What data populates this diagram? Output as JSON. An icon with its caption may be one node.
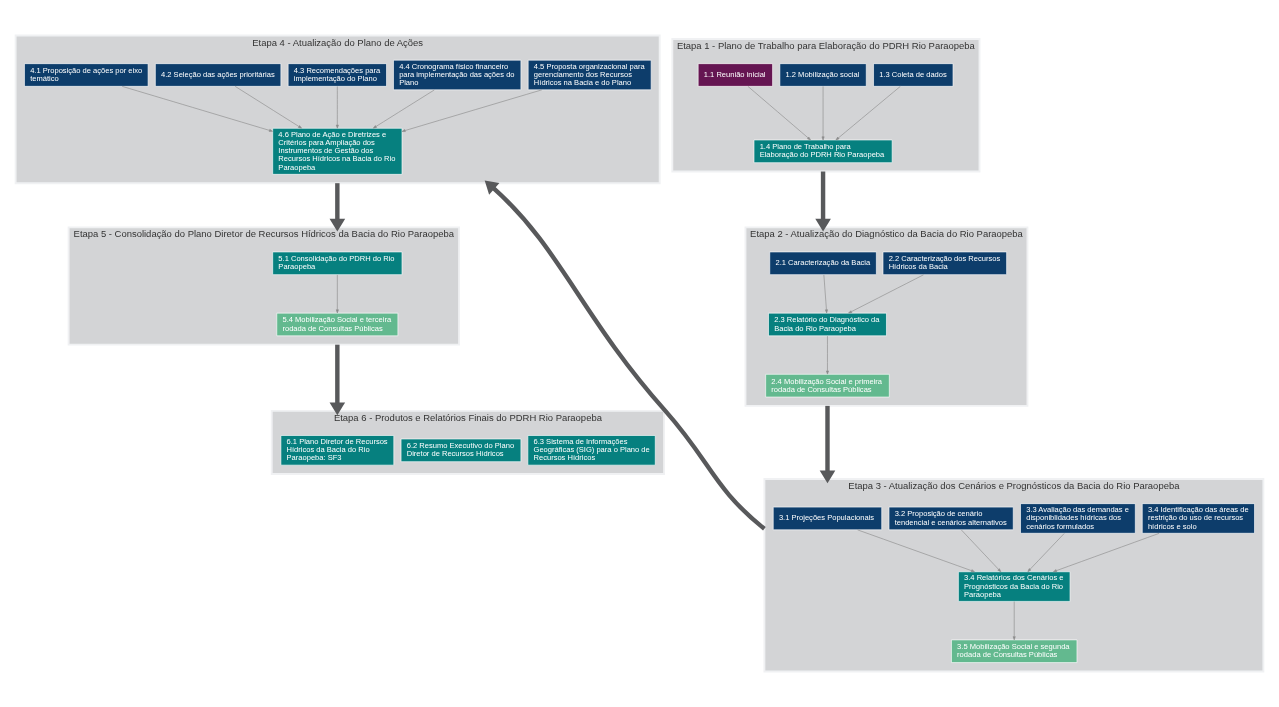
{
  "diagram": {
    "nodes": [
      {
        "text": [
          "Etapa 1 - Plano de Trabalho para Elaboração do PDRH Rio Paraopeba"
        ]
      },
      {
        "text": [
          "1.1 Reunião inicial"
        ],
        "in": 0
      },
      {
        "text": [
          "1.2 Mobilização social"
        ],
        "in": 0
      },
      {
        "text": [
          "1.3 Coleta de dados"
        ],
        "in": 0
      },
      {
        "text": [
          "1.4 Plano de Trabalho para Elaboração do PDRH Rio Paraopeba"
        ],
        "in": 0
      },
      {
        "text": [
          "Etapa 2 - Atualização do Diagnóstico da Bacia do Rio Paraopeba"
        ]
      },
      {
        "text": [
          "2.1 Caracterização da Bacia"
        ],
        "in": 5
      },
      {
        "text": [
          "2.2 Caracterização dos Recursos Hídricos da Bacia"
        ],
        "in": 5
      },
      {
        "text": [
          "2.3 Relatório do Diagnóstico da Bacia do Rio Paraopeba"
        ],
        "in": 5
      },
      {
        "text": [
          "2.4 Mobilização Social e primeira rodada de Consultas Públicas"
        ],
        "in": 5
      },
      {
        "text": [
          "Etapa 3 - Atualização dos Cenários e Prognósticos da Bacia do Rio Paraopeba"
        ]
      },
      {
        "text": [
          "3.1 Projeções Populacionais"
        ],
        "in": 10
      },
      {
        "text": [
          "3.2 Proposição de cenário tendencial e cenários alternativos"
        ],
        "in": 10
      },
      {
        "text": [
          "3.3 Avaliação das demandas e disponiblidades hídricas dos cenários formulados"
        ],
        "in": 10
      },
      {
        "text": [
          "3.4 Identificação das áreas de restrição do uso de recursos hídricos e solo"
        ],
        "in": 10
      },
      {
        "text": [
          "3.4 Relatórios dos Cenários e Prognósticos da Bacia do Rio Paraopeba"
        ],
        "in": 10
      },
      {
        "text": [
          "3.5 Mobilização Social e segunda rodada de Consultas Públicas"
        ],
        "in": 10
      },
      {
        "text": [
          "Etapa 4 - Atualização do Plano de Ações"
        ]
      },
      {
        "text": [
          "4.1 Proposição de ações por eixo temático"
        ],
        "in": 17
      },
      {
        "text": [
          "4.2 Seleção das ações prioritárias"
        ],
        "in": 17
      },
      {
        "text": [
          "4.3 Recomendações para implementação do Plano"
        ],
        "in": 17
      },
      {
        "text": [
          "4.4 Cronograma físico financeiro para implementação das ações do Plano"
        ],
        "in": 17
      },
      {
        "text": [
          "4.5 Proposta organizacional para gerenciamento dos Recursos Hídricos na Bacia e do Plano"
        ],
        "in": 17
      },
      {
        "text": [
          "4.6 Plano de Ação e Diretrizes e Critérios para Ampliação dos Instrumentos de Gestão dos Recursos Hídricos na Bacia do Rio Paraopeba"
        ],
        "in": 17
      },
      {
        "text": [
          "Etapa 5 - Consolidação do Plano Diretor de Recursos Hídricos da Bacia do Rio Paraopeba"
        ]
      },
      {
        "text": [
          "5.1 Consolidação do PDRH do Rio Paraopeba"
        ],
        "in": 24
      },
      {
        "text": [
          "5.4 Mobilização Social e terceira rodada de Consultas Públicas"
        ],
        "in": 24
      },
      {
        "text": [
          "Etapa 6 - Produtos e Relatórios Finais do PDRH Rio Paraopeba"
        ]
      },
      {
        "text": [
          "6.1 Plano Diretor de Recursos Hídricos da Bacia do Rio Paraopeba: SF3"
        ],
        "in": 27
      },
      {
        "text": [
          "6.2 Resumo Executivo do Plano Diretor de Recursos Hídricos"
        ],
        "in": 27
      },
      {
        "text": [
          "6.3 Sistema de Informações Geográficas (SIG) para o Plano de Recursos Hídricos"
        ],
        "in": 27
      }
    ],
    "edges": [
      {
        "from": 1,
        "to": 4,
        "arrow": "to"
      },
      {
        "from": 2,
        "to": 4,
        "arrow": "to"
      },
      {
        "from": 3,
        "to": 4,
        "arrow": "to"
      },
      {
        "from": 0,
        "to": 5,
        "arrow": "to",
        "style": "thick",
        "color": "#58595b"
      },
      {
        "from": 6,
        "to": 8,
        "arrow": "to"
      },
      {
        "from": 7,
        "to": 8,
        "arrow": "to"
      },
      {
        "from": 8,
        "to": 9,
        "arrow": "to"
      },
      {
        "from": 5,
        "to": 10,
        "arrow": "to",
        "style": "thick",
        "color": "#58595b"
      },
      {
        "from": 11,
        "to": 15,
        "arrow": "to"
      },
      {
        "from": 12,
        "to": 15,
        "arrow": "to"
      },
      {
        "from": 13,
        "to": 15,
        "arrow": "to"
      },
      {
        "from": 14,
        "to": 15,
        "arrow": "to"
      },
      {
        "from": 15,
        "to": 16,
        "arrow": "to"
      },
      {
        "from": 10,
        "to": 17,
        "arrow": "to",
        "style": "thick",
        "color": "#58595b"
      },
      {
        "from": 18,
        "to": 23,
        "arrow": "to"
      },
      {
        "from": 19,
        "to": 23,
        "arrow": "to"
      },
      {
        "from": 20,
        "to": 23,
        "arrow": "to"
      },
      {
        "from": 21,
        "to": 23,
        "arrow": "to"
      },
      {
        "from": 22,
        "to": 23,
        "arrow": "to"
      },
      {
        "from": 17,
        "to": 24,
        "arrow": "to",
        "style": "thick",
        "color": "#58595b"
      },
      {
        "from": 25,
        "to": 26,
        "arrow": "to"
      },
      {
        "from": 24,
        "to": 27,
        "arrow": "to",
        "style": "thick",
        "color": "#58595b"
      }
    ]
  }
}
